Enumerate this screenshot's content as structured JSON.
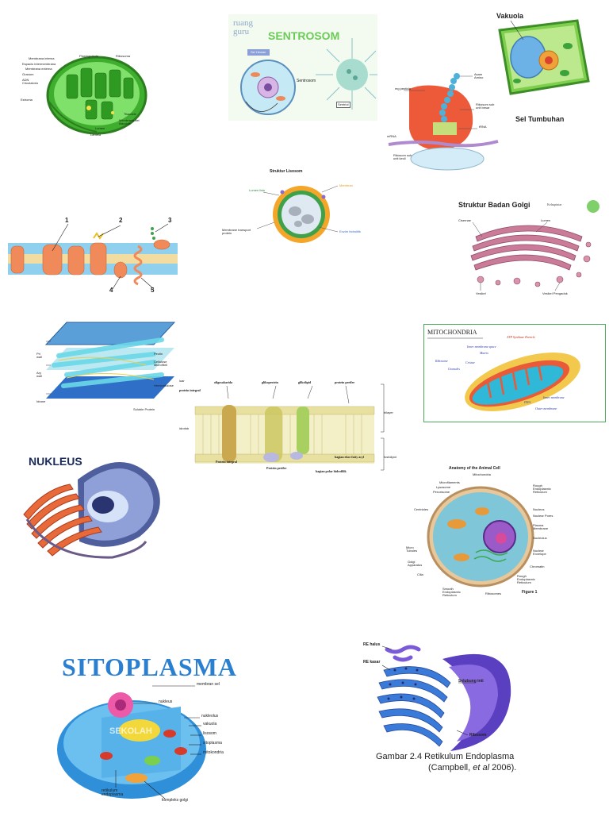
{
  "colors": {
    "chloroplast_green": "#4fc437",
    "golgi_pink": "#c97b97",
    "er_orange": "#e0714a",
    "cytoplasm_blue": "#2f8fd8",
    "er_purple": "#5a3fc0",
    "sentrosom_green": "#6bcb56",
    "mito_yellow": "#f2c94c",
    "nucleus_blue": "#4f5f9e"
  },
  "panels": {
    "chloroplast": {
      "labels": [
        "Membrana interna",
        "Espacio intermembrana",
        "Membrana externa",
        "Granum",
        "ADN Circulatorio",
        "Estroma",
        "Plastoglobulo",
        "Ribosoma",
        "Tilacoide",
        "Membrana del tilacoide",
        "Lumen",
        "Lamela"
      ]
    },
    "sentrosom": {
      "logo": "ruang guru",
      "title": "SENTROSOM",
      "tag": "Sel Hewan",
      "label_main": "Sentrosom",
      "label_small": "Sentriol"
    },
    "plant_cell": {
      "label_vacuole": "Vakuola",
      "label_title": "Sel Tumbuhan"
    },
    "ribosome": {
      "labels": [
        "mg peptida",
        "Asam Amino",
        "Ribosom sub unit besar",
        "tRNA",
        "mRNA",
        "Ribosom sub unit kecil"
      ]
    },
    "lysosome": {
      "title": "Struktur Lisosom",
      "labels": [
        "Lumen lisis",
        "Membran",
        "Membrane transport protein",
        "Enzim hidrolitik"
      ]
    },
    "membrane_numbered": {
      "labels": [
        "1",
        "2",
        "3",
        "4",
        "5"
      ]
    },
    "golgi": {
      "title": "Struktur Badan Golgi",
      "brand": "Kelaspintar",
      "labels": [
        "Cisernae",
        "Lumen",
        "Vesikel",
        "Vesikel Pengaduk"
      ]
    },
    "cell_wall": {
      "labels": [
        "Pectin",
        "Cellulose Microfibril",
        "Hemicellulose",
        "Soluble Protein"
      ],
      "side_labels": [
        "Pri wall",
        "Ary wall",
        "Idrane"
      ]
    },
    "fluid_mosaic": {
      "labels": [
        "oligosakarida",
        "glikoprotein",
        "glikolipid",
        "protein perifer",
        "protein integral",
        "Protein integral",
        "Protein perifer",
        "bagian ekor fatty acyl",
        "bagian polar hidrofilik",
        "bilayer",
        "fosfolipid"
      ],
      "cut_labels": [
        "luar",
        "idrofob"
      ]
    },
    "mitochondria": {
      "title": "MITOCHONDRIA",
      "labels": [
        "ATP Synthase Particle",
        "Inner membrane space",
        "Matrix",
        "Ribosome",
        "Granules",
        "Cristae",
        "DNA",
        "Inner membrane",
        "Outer membrane"
      ]
    },
    "nucleus": {
      "title": "NUKLEUS"
    },
    "animal_cell": {
      "title": "Anatomy of the Animal Cell",
      "figure": "Figure 1",
      "labels": [
        "Microfilaments",
        "Lysosome",
        "Peroxisome",
        "Mitochondria",
        "Rough Endoplasmic Reticulum",
        "Centrioles",
        "Nucleus",
        "Nuclear Pores",
        "Plasma Membrane",
        "Nucleolus",
        "Micro Tubules",
        "Golgi Apparatus",
        "Nuclear Envelope",
        "Cilia",
        "Chromatin",
        "Smooth Endoplasmic Reticulum",
        "Ribosomes",
        "Rough Endoplasmic Reticulum"
      ]
    },
    "cytoplasm": {
      "title": "SITOPLASMA",
      "watermark": "SEKOLAH",
      "labels": [
        "membran sel",
        "nukleus",
        "nukleolus",
        "vakuola",
        "lisosom",
        "sitoplasma",
        "mitokondria",
        "retikulum endoplasma",
        "kompleks golgi"
      ]
    },
    "er": {
      "labels": [
        "RE halus",
        "RE kasar",
        "Selubung inti",
        "Ribosom"
      ],
      "caption_line1": "Gambar 2.4  Retikulum Endoplasma",
      "caption_line2_a": "(Campbell, ",
      "caption_line2_b": "et al",
      "caption_line2_c": " 2006)."
    }
  }
}
